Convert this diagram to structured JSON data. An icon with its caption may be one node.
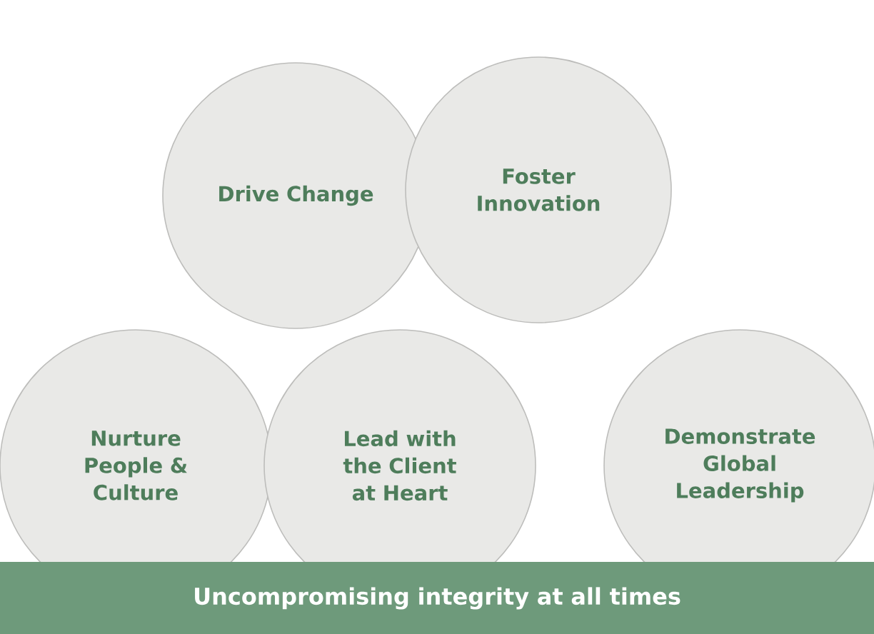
{
  "diagram": {
    "nodes": [
      {
        "text": [
          "Drive Change"
        ]
      },
      {
        "text": [
          "Foster Innovation"
        ]
      },
      {
        "text": [
          "Nurture People & Culture"
        ]
      },
      {
        "text": [
          "Lead with the Client at Heart"
        ]
      },
      {
        "text": [
          "Demonstrate Global Leadership"
        ]
      },
      {
        "text": [
          "Uncompromising integrity at all times"
        ]
      }
    ]
  }
}
